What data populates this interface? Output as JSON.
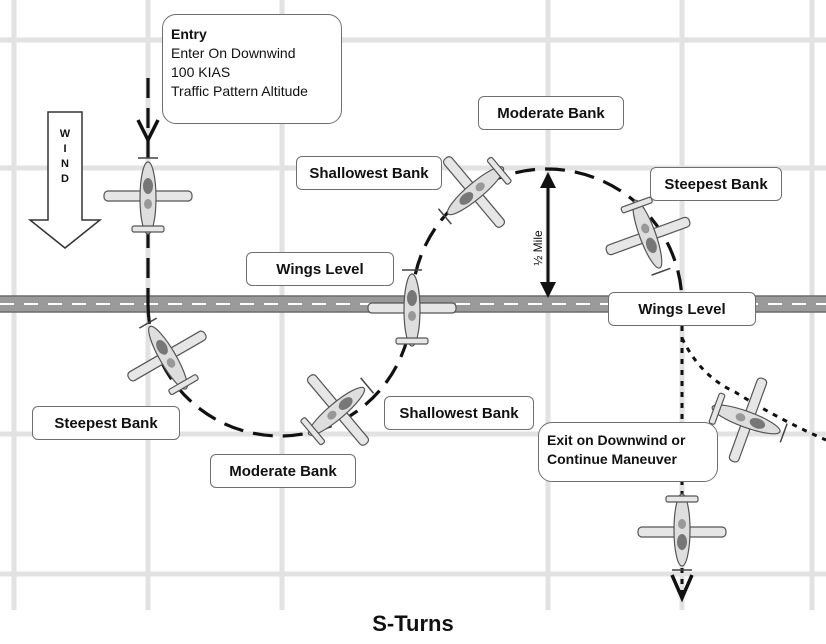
{
  "title": "S-Turns",
  "entry": {
    "heading": "Entry",
    "lines": [
      "Enter On Downwind",
      "100 KIAS",
      "Traffic Pattern Altitude"
    ]
  },
  "wind_label": "WIND",
  "distance_label": "½ Mile",
  "labels": {
    "moderate_bank_top": "Moderate Bank",
    "shallowest_bank_top": "Shallowest Bank",
    "steepest_bank_right": "Steepest Bank",
    "wings_level_left": "Wings Level",
    "wings_level_right": "Wings Level",
    "steepest_bank_left": "Steepest Bank",
    "shallowest_bank_bottom": "Shallowest Bank",
    "moderate_bank_bottom": "Moderate Bank"
  },
  "exit": {
    "line1": "Exit on Downwind or",
    "line2": "Continue Maneuver"
  },
  "colors": {
    "road": "#9a9a9a",
    "road_edge": "#6a6a6a",
    "grid": "#e2e2e2",
    "path": "#111111"
  },
  "icons": {
    "aircraft": "airplane-icon",
    "wind": "wind-arrow-icon",
    "distance": "double-arrow-icon"
  }
}
